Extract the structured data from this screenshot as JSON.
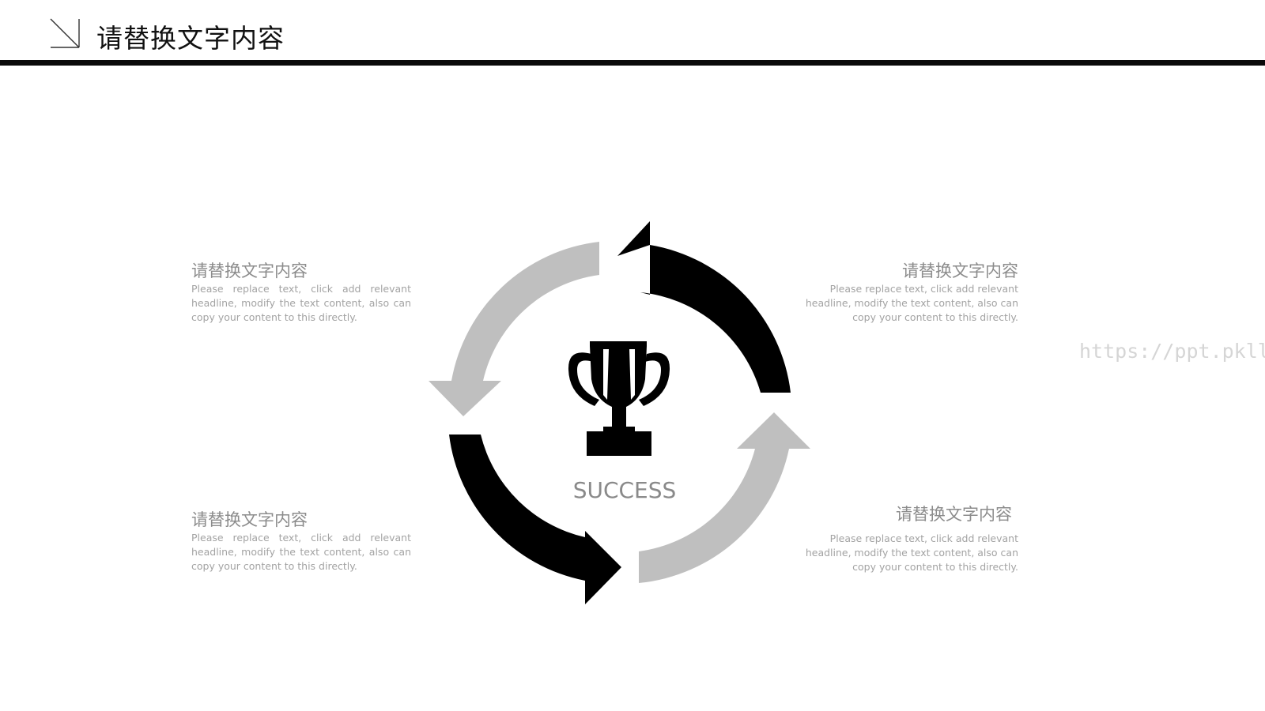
{
  "header": {
    "title": "请替换文字内容"
  },
  "center": {
    "label": "SUCCESS",
    "icon": "trophy-icon"
  },
  "blocks": [
    {
      "heading": "请替换文字内容",
      "text": "Please replace text, click add relevant headline, modify the text content, also can copy your content to this directly."
    },
    {
      "heading": "请替换文字内容",
      "text": "Please replace text, click add relevant headline, modify the text content, also can copy your content to this directly."
    },
    {
      "heading": "请替换文字内容",
      "text": "Please replace text, click add relevant headline, modify the text content, also can copy your content to this directly."
    },
    {
      "heading": "请替换文字内容",
      "text": "Please replace text, click add relevant headline, modify the text content, also can copy your content to this directly."
    }
  ],
  "watermark": "https://ppt.pkll.de",
  "colors": {
    "dark_arrow": "#000000",
    "light_arrow": "#bfbfbf",
    "heading_text": "#8c8c8c",
    "body_text": "#a3a3a3"
  }
}
